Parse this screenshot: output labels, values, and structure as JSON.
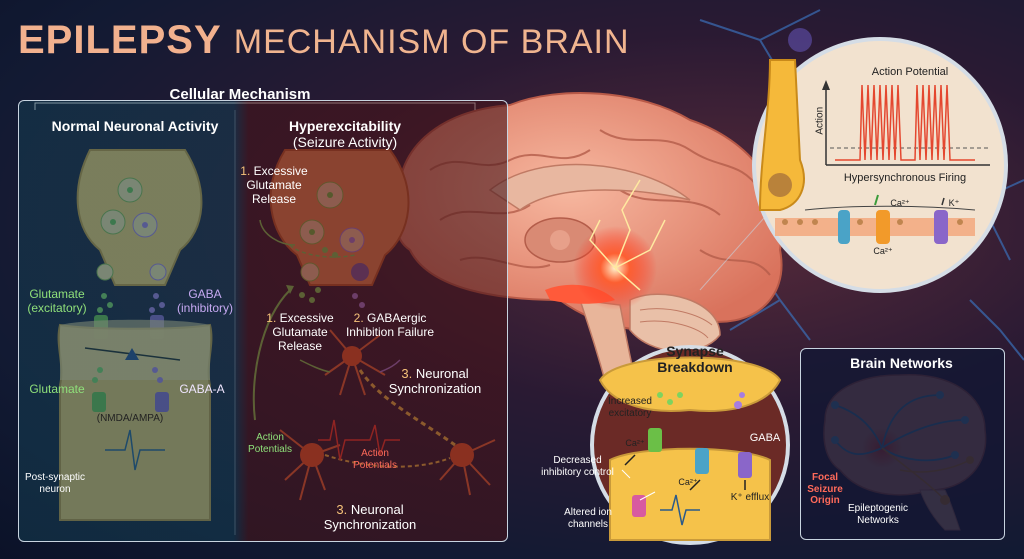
{
  "title": {
    "bold": "EPILEPSY",
    "rest": "MECHANISM OF BRAIN"
  },
  "cellular": {
    "header": "Cellular Mechanism",
    "normal": {
      "title": "Normal Neuronal Activity",
      "glutamate": "Glutamate",
      "excitatory": "(excitatory)",
      "gaba": "GABA",
      "inhibitory": "(inhibitory)",
      "glutamate2": "Glutamate",
      "gaba_a": "GABA-A",
      "receptor": "(NMDA/AMPA)",
      "postsynaptic": "Post-synaptic neuron"
    },
    "hyper": {
      "title": "Hyperexcitability",
      "subtitle": "(Seizure Activity)",
      "step1_num": "1.",
      "step1": "Excessive Glutamate Release",
      "step1b_num": "1.",
      "step1b": "Excessive Glutamate Release",
      "step2_num": "2.",
      "step2": "GABAergic Inhibition Failure",
      "step3_num": "3.",
      "step3": "Neuronal Synchronization",
      "action_potentials": "Action Potentials",
      "action_potentials2": "Action Potentials",
      "step3b_num": "3.",
      "step3b": "Neuronal Synchronization"
    }
  },
  "action_inset": {
    "title": "Action Potential",
    "axis": "Action",
    "firing": "Hypersynchronous Firing",
    "ca": "Ca²⁺",
    "k": "K⁺",
    "ca2": "Ca²⁺"
  },
  "synapse": {
    "title": "Synapse Breakdown",
    "increased": "Increased excitatory",
    "ca": "Ca²⁺",
    "gaba": "GABA",
    "ca2": "Ca²⁺",
    "k_efflux": "K⁺ efflux",
    "decreased": "Decreased inhibitory control",
    "altered": "Altered ion channels"
  },
  "networks": {
    "title": "Brain Networks",
    "focal": "Focal Seizure Origin",
    "epileptogenic": "Epileptogenic Networks"
  },
  "colors": {
    "glutamate": "#7ed35f",
    "gaba": "#a77de0",
    "terminal": "#f5c24a",
    "brain": "#f2a08a",
    "seizure": "#ff3b2f"
  }
}
